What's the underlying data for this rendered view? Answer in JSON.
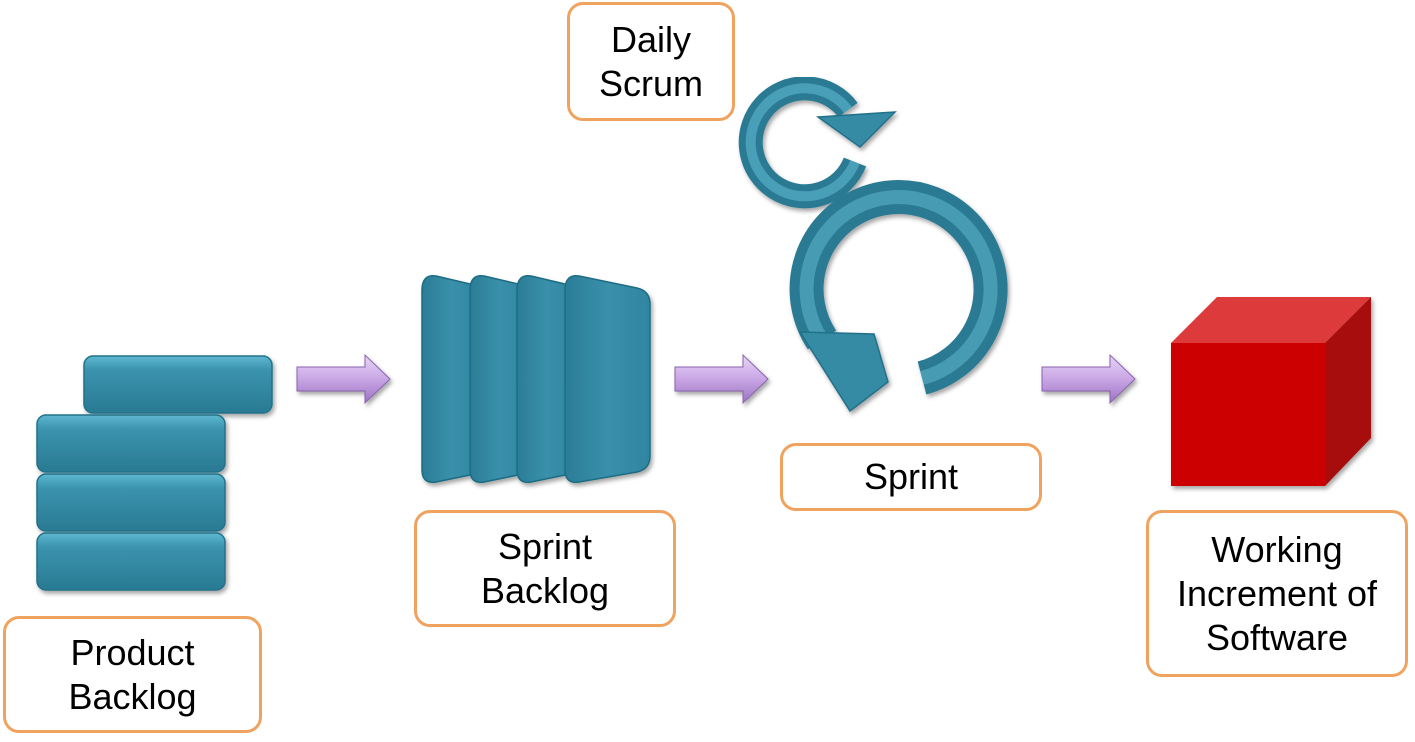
{
  "labels": {
    "product_backlog": [
      "Product",
      "Backlog"
    ],
    "sprint_backlog": [
      "Sprint",
      "Backlog"
    ],
    "daily_scrum": [
      "Daily",
      "Scrum"
    ],
    "sprint": [
      "Sprint"
    ],
    "working_increment": [
      "Working",
      "Increment of",
      "Software"
    ]
  },
  "icons": {
    "product_backlog": "stacked-bars-icon",
    "sprint_backlog": "card-stack-icon",
    "daily_scrum": "small-cycle-arrow-icon",
    "sprint": "large-cycle-arrow-icon",
    "working_increment": "red-cube-icon",
    "flow": "right-arrow-icon"
  },
  "colors": {
    "teal": "#348aa4",
    "label_border": "#f0a35e",
    "flow_arrow": "#c9a6e4",
    "cube_front": "#cc0000"
  }
}
